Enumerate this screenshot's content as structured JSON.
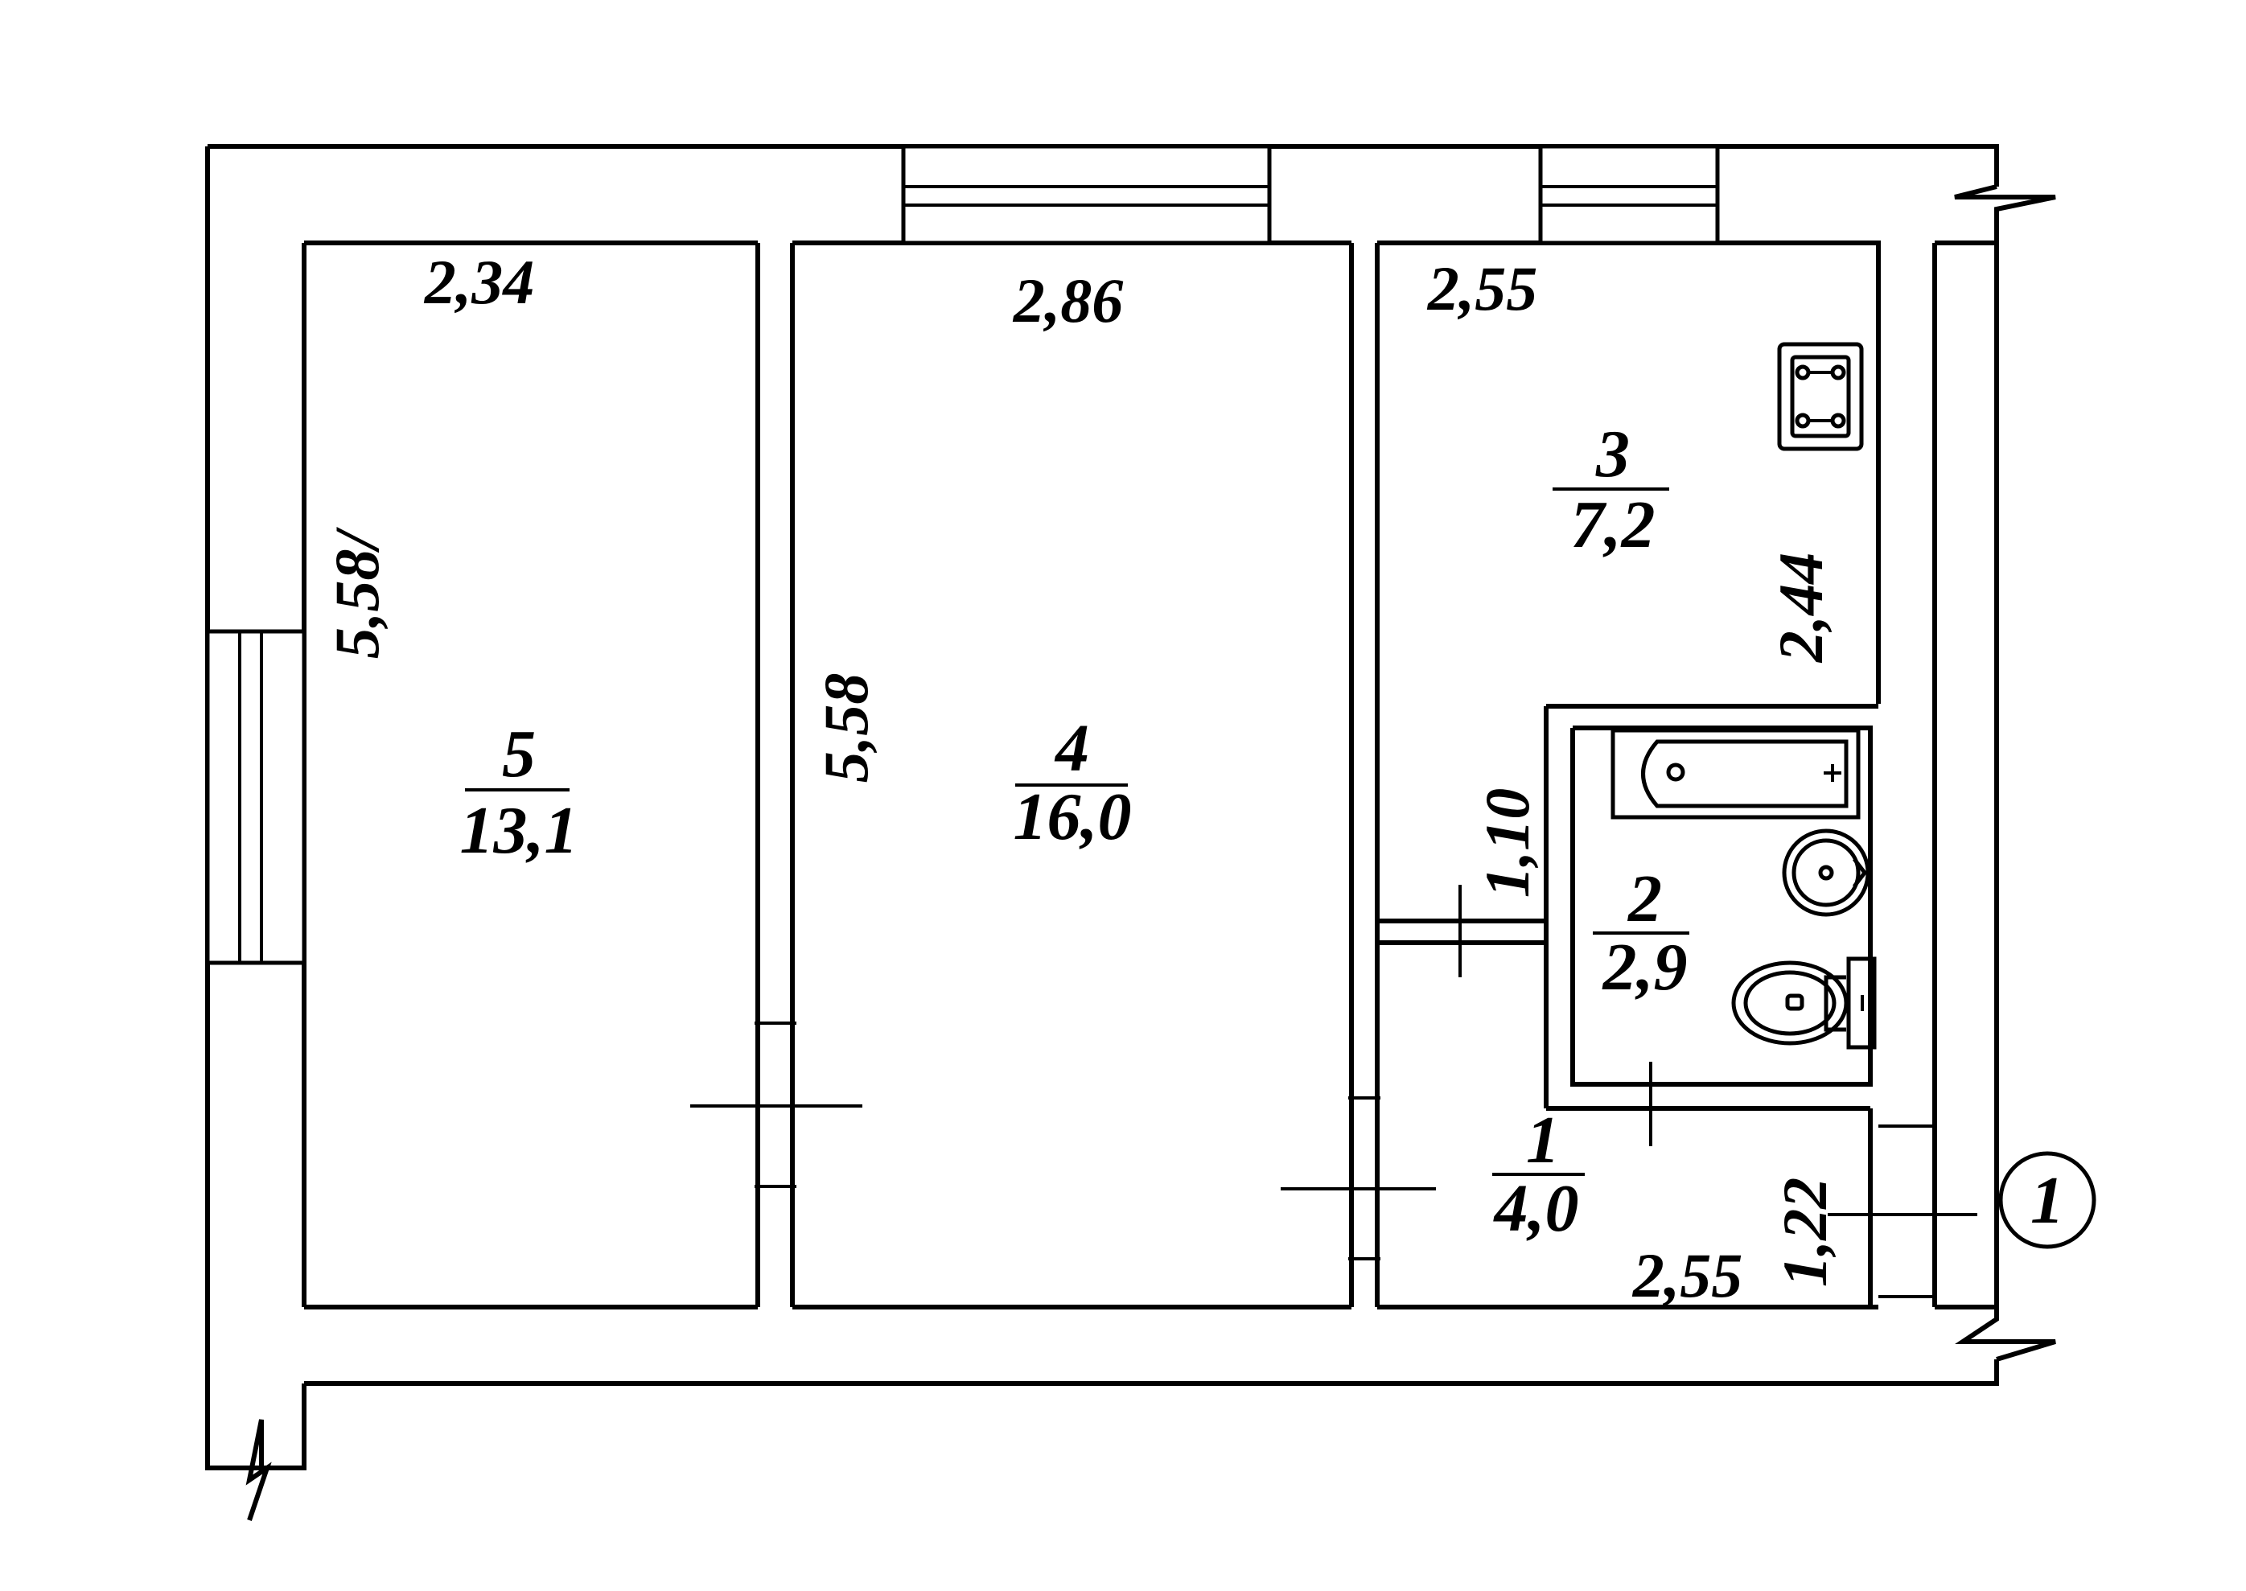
{
  "plan": {
    "rooms": [
      {
        "number": "5",
        "area": "13,1"
      },
      {
        "number": "4",
        "area": "16,0"
      },
      {
        "number": "3",
        "area": "7,2"
      },
      {
        "number": "2",
        "area": "2,9"
      },
      {
        "number": "1",
        "area": "4,0"
      }
    ],
    "dimensions": {
      "room5_width": "2,34",
      "room5_length": "5,58/",
      "room4_width": "2,86",
      "room4_length": "5,58",
      "room3_width": "2,55",
      "room3_length": "2,44",
      "room2_length": "1,10",
      "room1_width": "2,55",
      "room1_length": "1,22"
    },
    "axis_marker": "1",
    "colors": {
      "line": "#000000",
      "background": "#ffffff"
    },
    "icons": [
      "stove-icon",
      "bathtub-icon",
      "sink-icon",
      "toilet-icon",
      "window-icon",
      "door-icon",
      "axis-marker-icon"
    ]
  }
}
